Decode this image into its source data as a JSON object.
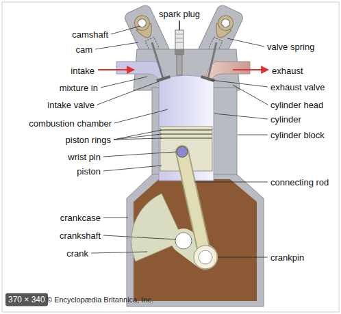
{
  "diagram": {
    "labels": [
      "spark plug",
      "camshaft",
      "cam",
      "valve spring",
      "intake",
      "exhaust",
      "mixture in",
      "exhaust valve",
      "intake valve",
      "cylinder head",
      "combustion chamber",
      "cylinder",
      "piston rings",
      "cylinder block",
      "wrist pin",
      "piston",
      "connecting rod",
      "crankcase",
      "crankshaft",
      "crank",
      "crankpin",
      "370 × 340",
      "© Encyclopædia Britannica, Inc."
    ]
  }
}
